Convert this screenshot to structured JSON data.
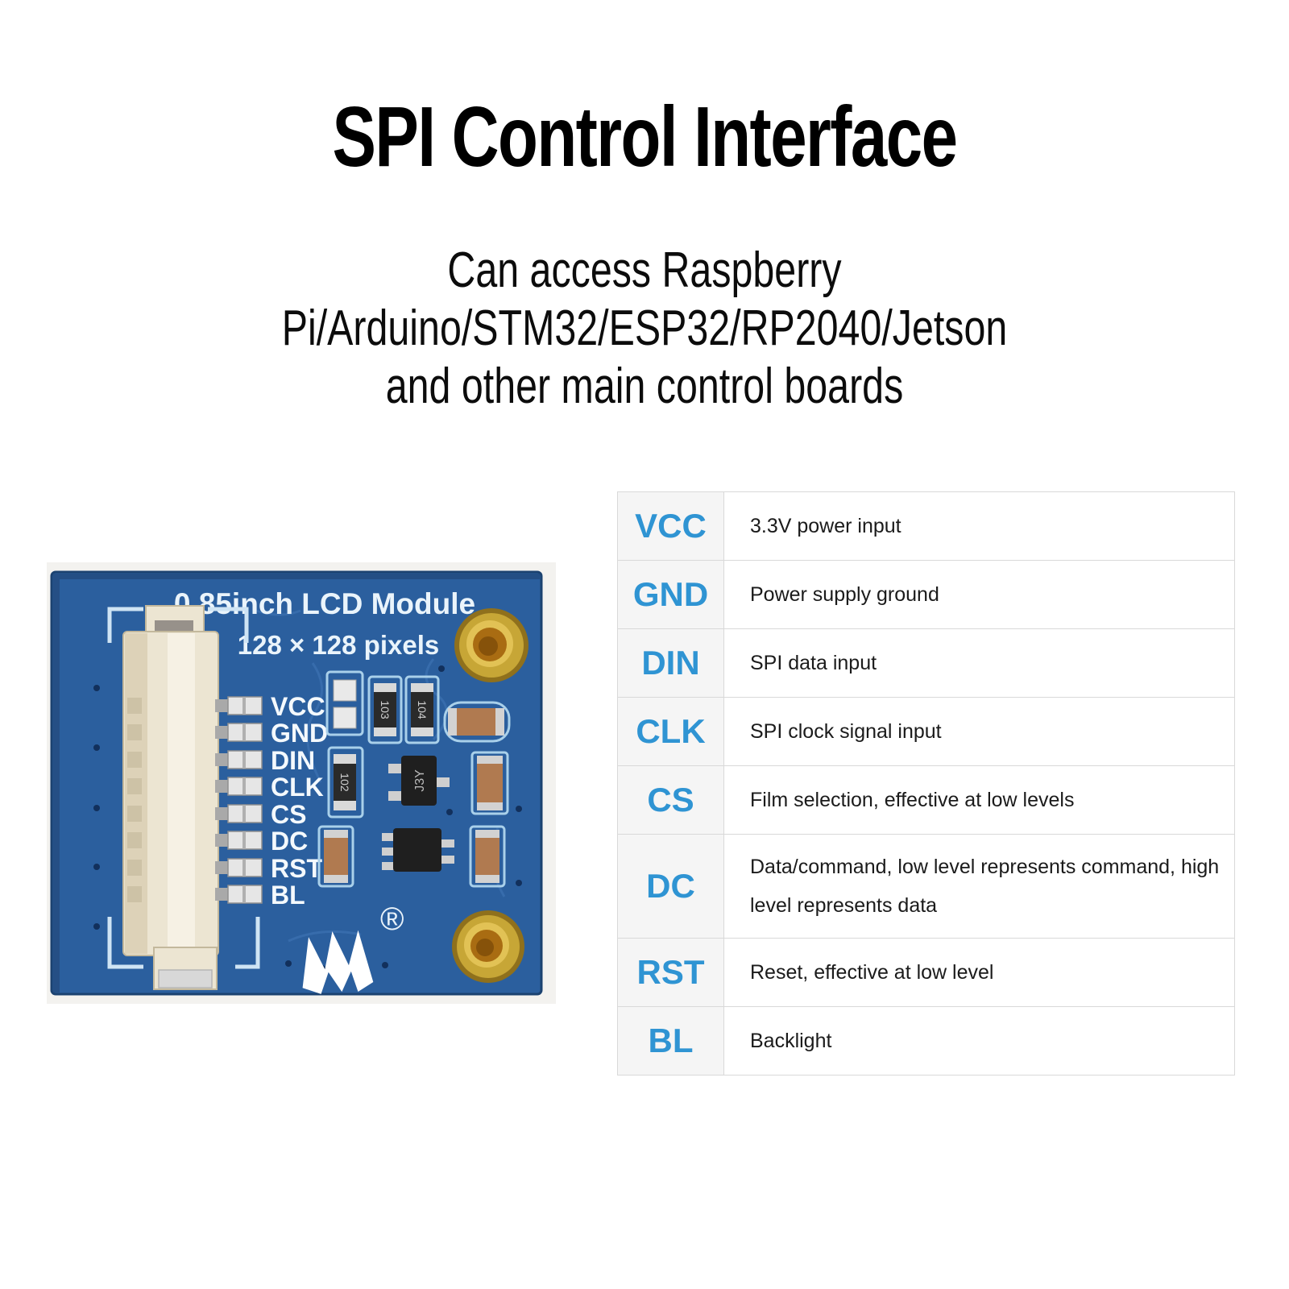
{
  "header": {
    "title": "SPI Control Interface",
    "subtitle_line1": "Can access Raspberry Pi/Arduino/STM32/ESP32/RP2040/Jetson",
    "subtitle_line2": "and other main control boards"
  },
  "board": {
    "title": "0.85inch LCD Module",
    "resolution": "128 × 128 pixels",
    "pins": [
      "VCC",
      "GND",
      "DIN",
      "CLK",
      "CS",
      "DC",
      "RST",
      "BL"
    ],
    "registered_mark": "®",
    "components": {
      "r1": "103",
      "r2": "104",
      "r3": "102",
      "q1": "J3Y"
    },
    "colors": {
      "pcb_blue": "#2b5f9e",
      "silkscreen_blue": "#a9d0ea",
      "standoff_gold": "#c7a636",
      "connector_cream": "#ece5d2"
    }
  },
  "pin_table": {
    "accent_color": "#2f94d3",
    "rows": [
      {
        "pin": "VCC",
        "desc": "3.3V power input"
      },
      {
        "pin": "GND",
        "desc": "Power supply ground"
      },
      {
        "pin": "DIN",
        "desc": "SPI data input"
      },
      {
        "pin": "CLK",
        "desc": "SPI clock signal input"
      },
      {
        "pin": "CS",
        "desc": "Film selection, effective at low levels"
      },
      {
        "pin": "DC",
        "desc": "Data/command, low level represents command, high\nlevel represents data"
      },
      {
        "pin": "RST",
        "desc": "Reset, effective at low level"
      },
      {
        "pin": "BL",
        "desc": "Backlight"
      }
    ]
  }
}
